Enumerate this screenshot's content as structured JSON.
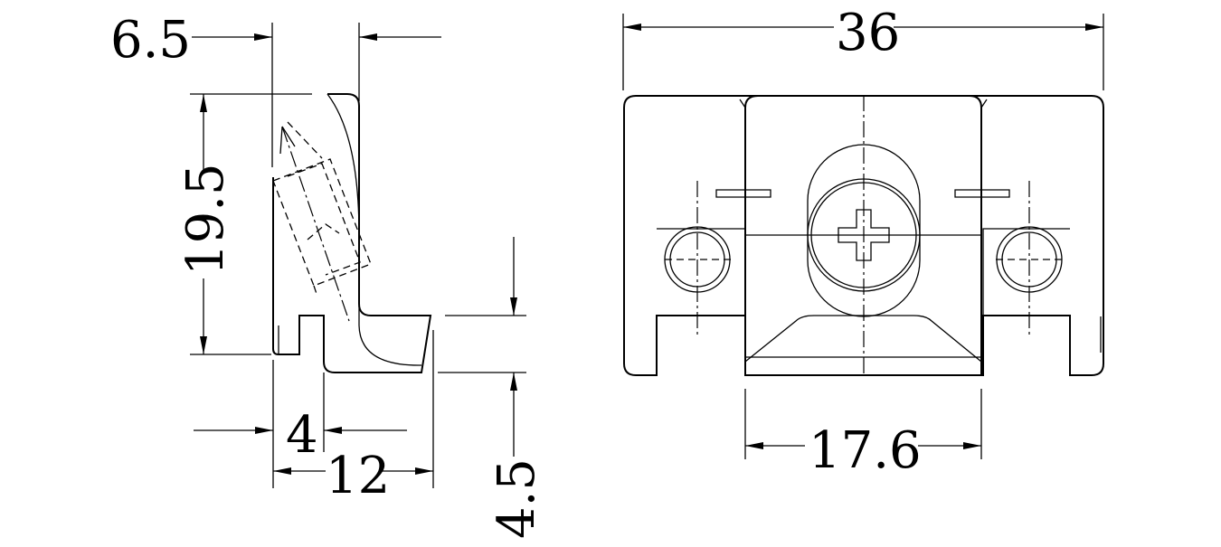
{
  "dimensions": {
    "side_top_offset": "6.5",
    "side_height": "19.5",
    "side_slot_width": "4",
    "side_total_depth": "12",
    "side_foot_height": "4.5",
    "front_total_width": "36",
    "front_center_width": "17.6"
  },
  "colors": {
    "line": "#000000",
    "background": "#ffffff"
  }
}
